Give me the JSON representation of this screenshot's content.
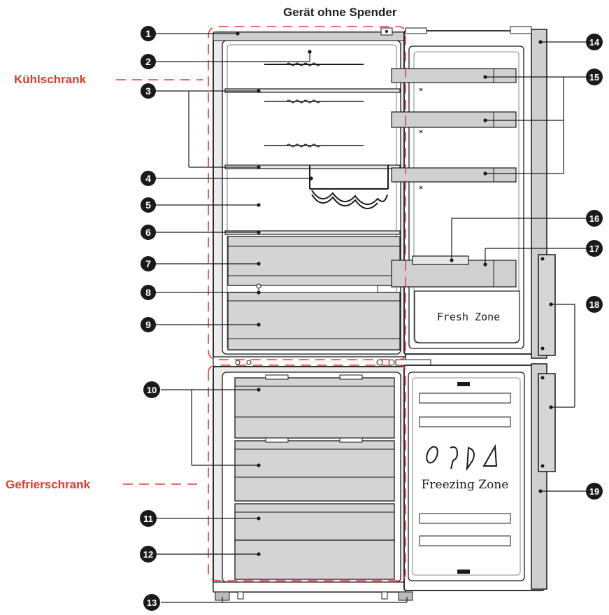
{
  "title": "Gerät ohne Spender",
  "sections": {
    "fridge": "Kühlschrank",
    "freezer": "Gefrierschrank"
  },
  "zones": {
    "fresh": "Fresh Zone",
    "freezing": "Freezing Zone"
  },
  "callouts": [
    {
      "number": "1"
    },
    {
      "number": "2"
    },
    {
      "number": "3"
    },
    {
      "number": "4"
    },
    {
      "number": "5"
    },
    {
      "number": "6"
    },
    {
      "number": "7"
    },
    {
      "number": "8"
    },
    {
      "number": "9"
    },
    {
      "number": "10"
    },
    {
      "number": "11"
    },
    {
      "number": "12"
    },
    {
      "number": "13"
    },
    {
      "number": "14"
    },
    {
      "number": "15"
    },
    {
      "number": "16"
    },
    {
      "number": "17"
    },
    {
      "number": "18"
    },
    {
      "number": "19"
    }
  ],
  "colors": {
    "accent": "#e03a32",
    "outline": "#1a1a1a",
    "body_gray": "#c8c8c8",
    "panel_gray": "#dadada",
    "drawer_gray": "#d4d4d4",
    "background": "#ffffff"
  }
}
